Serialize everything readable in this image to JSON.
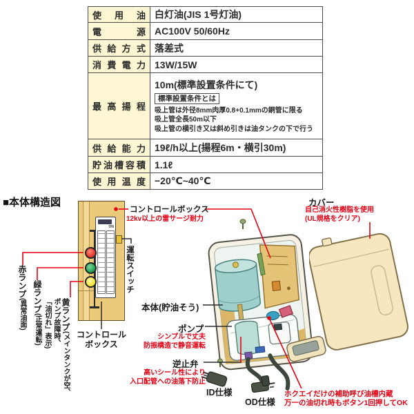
{
  "accent_red": "#e60012",
  "spec_table": {
    "rows": [
      {
        "label": "使用油",
        "value": "白灯油(JIS 1号灯油)"
      },
      {
        "label": "電源",
        "value": "AC100V 50/60Hz"
      },
      {
        "label": "供給方式",
        "value": "落差式"
      },
      {
        "label": "消費電力",
        "value": "13W/15W"
      },
      {
        "label": "最高揚程",
        "value": "10m(標準設置条件にて)",
        "note_box": "標準設置条件とは",
        "details": [
          "吸上管は外径8mm肉厚0.8+0.1mmの銅管に限る",
          "吸上管全長50m以下",
          "吸上管の横引き又は斜め引きは油タンクの下で行う"
        ]
      },
      {
        "label": "供給能力",
        "value": "19ℓ/h以上(揚程6m・横引30m)"
      },
      {
        "label": "貯油槽容積",
        "value": "1.1ℓ"
      },
      {
        "label": "使用温度",
        "value": "−20℃~40℃"
      }
    ]
  },
  "section_title": "■本体構造図",
  "control_box": {
    "panel_on_label": "ON",
    "top_label": "コントロールボックス",
    "surge_note": "12kv以上の雷サージ耐力",
    "run_switch_label": "運転スイッチ",
    "red_lamp_label": "赤ランプ",
    "red_lamp_sub": "(異常油面)",
    "green_lamp_label": "緑ランプ",
    "green_lamp_sub": "(正常運転)",
    "yellow_lamp_label": "黄ランプ",
    "yellow_lamp_cols": [
      "(メインタンクが空、",
      "ポンプ故障時、",
      "「油切れ」表示)"
    ],
    "bottom_label_line1": "コントロール",
    "bottom_label_line2": "ボックス",
    "lamp_colors": {
      "red": "#e03224",
      "green": "#1f9d4e",
      "yellow": "#f2e22e"
    }
  },
  "main_unit": {
    "body_label": "本体(貯油そう)",
    "pump_label": "ポンプ",
    "pump_note_line1": "シンプルで丈夫",
    "pump_note_line2": "防振構造で静音運転",
    "valve_label": "逆止弁",
    "valve_note_line1": "高いシール性により",
    "valve_note_line2": "入口配管への油落下防止",
    "plug_id_label": "ID仕様",
    "plug_od_label": "OD仕様",
    "aux_note_line1": "ホクエイだけの補助呼び油槽内蔵",
    "aux_note_line2": "万一の油切れ時もボタン1回押してOK"
  },
  "cover": {
    "label": "カバー",
    "note_line1": "自己消火性樹脂を使用",
    "note_line2": "(UL規格をクリア)"
  }
}
